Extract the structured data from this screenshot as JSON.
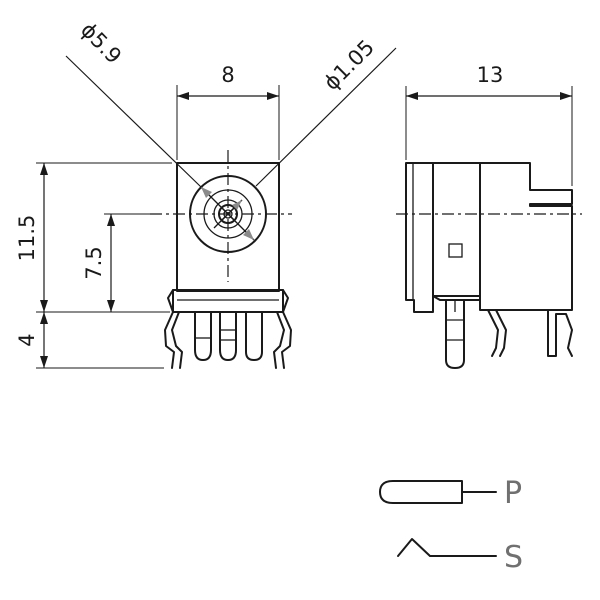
{
  "dimensions": {
    "dia_outer": "ϕ5.9",
    "width_front": "8",
    "dia_pin": "ϕ1.05",
    "depth_side": "13",
    "height_body": "11.5",
    "height_center": "7.5",
    "height_pins": "4"
  },
  "legend": {
    "pin_label": "P",
    "spring_label": "S"
  }
}
